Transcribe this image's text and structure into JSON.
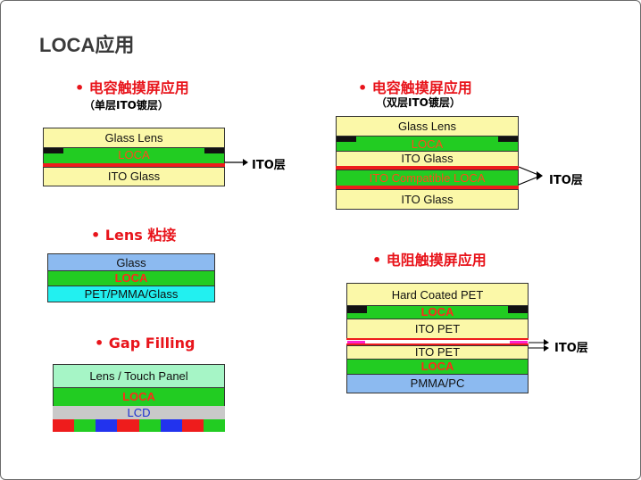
{
  "title": "LOCA应用",
  "sections": {
    "capacitive_single": {
      "heading": "• 电容触摸屏应用",
      "subheading": "（单层ITO镀层）",
      "layers": [
        "Glass Lens",
        "LOCA",
        "ITO Glass"
      ],
      "ito_label": "ITO层"
    },
    "capacitive_double": {
      "heading": "• 电容触摸屏应用",
      "subheading": "（双层ITO镀层）",
      "layers": [
        "Glass Lens",
        "LOCA",
        "ITO Glass",
        "ITO Compatible LOCA",
        "ITO Glass"
      ],
      "ito_label": "ITO层"
    },
    "lens_bonding": {
      "heading": "• Lens 粘接",
      "layers": [
        "Glass",
        "LOCA",
        "PET/PMMA/Glass"
      ]
    },
    "gap_filling": {
      "heading": "• Gap Filling",
      "layers": [
        "Lens  /  Touch Panel",
        "LOCA",
        "LCD"
      ]
    },
    "resistive": {
      "heading": "• 电阻触摸屏应用",
      "layers": [
        "Hard Coated PET",
        "LOCA",
        "ITO PET",
        "ITO PET",
        "LOCA",
        "PMMA/PC"
      ],
      "ito_label": "ITO层"
    }
  },
  "colors": {
    "heading": "#e8141b",
    "loca_text": "#ff2a1a",
    "green_layer": "#22cc22",
    "yellow_layer": "#fbf8a8",
    "ito_line": "#ee1c1c",
    "lcd_pixels": [
      "#ee1c1c",
      "#22cc22",
      "#2233ee"
    ]
  }
}
